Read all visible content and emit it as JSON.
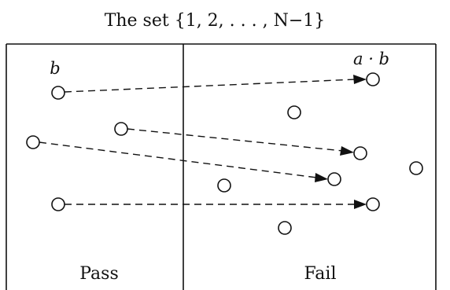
{
  "title": "The set {1, 2, . . . , N−1}",
  "regions": {
    "left_label": "Pass",
    "right_label": "Fail"
  },
  "labels": {
    "b": "b",
    "ab": "a · b"
  }
}
